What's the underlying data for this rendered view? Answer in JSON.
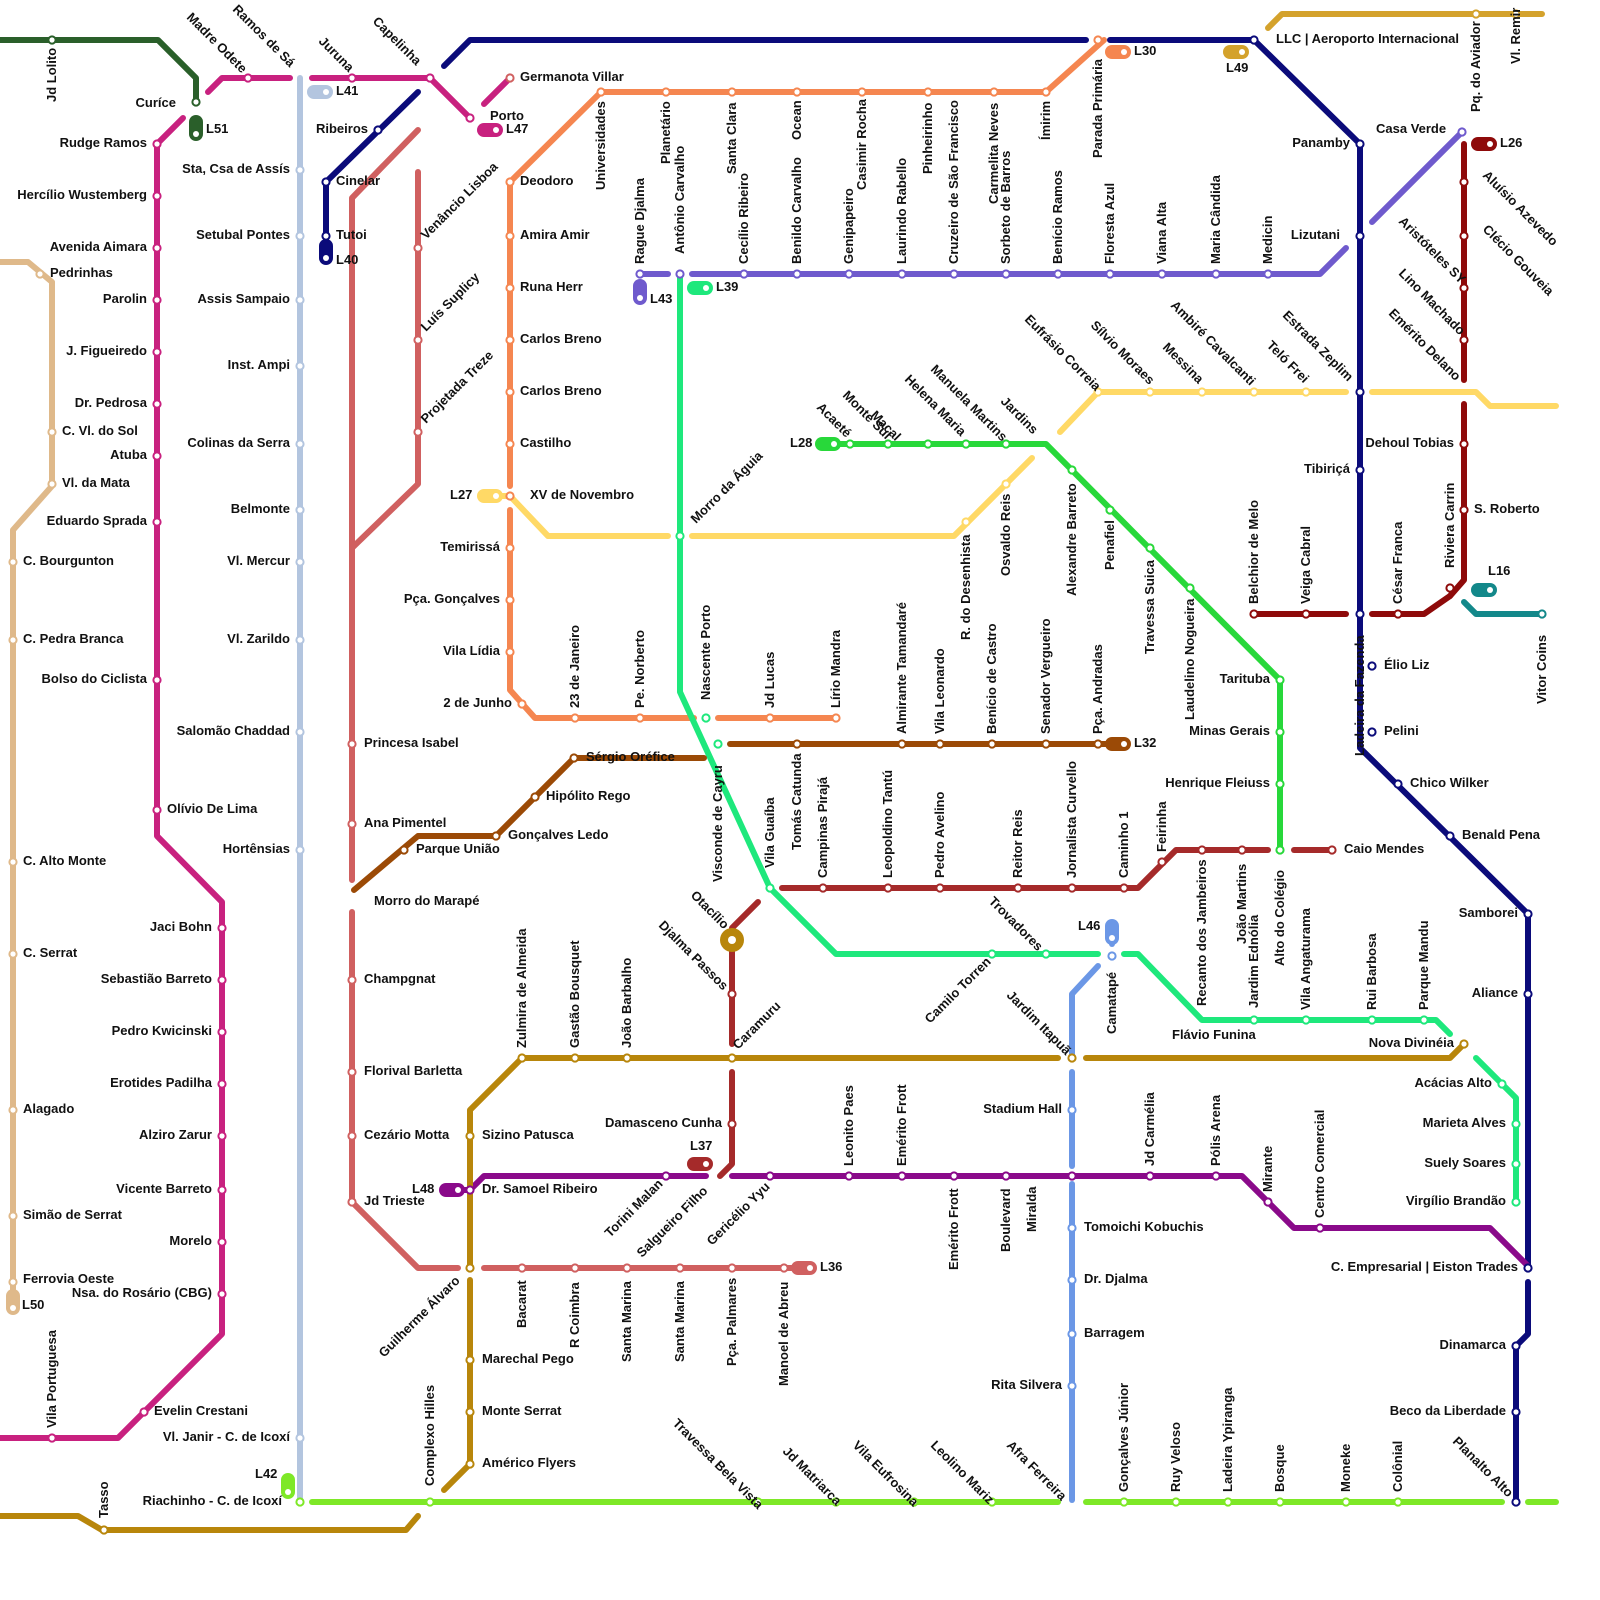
{
  "lines": [
    {
      "id": "L51",
      "color": "#2a5f2a"
    },
    {
      "id": "L50",
      "color": "#dfb98a"
    },
    {
      "id": "magenta",
      "color": "#c8217f"
    },
    {
      "id": "L41",
      "color": "#b3c5df"
    },
    {
      "id": "L47",
      "color": "#c8217f"
    },
    {
      "id": "L40",
      "color": "#0b0b7a"
    },
    {
      "id": "L30",
      "color": "#f58650"
    },
    {
      "id": "L49",
      "color": "#d4a22c"
    },
    {
      "id": "LLC",
      "color": "#0b0b7a"
    },
    {
      "id": "L43",
      "color": "#6f5acd"
    },
    {
      "id": "L39",
      "color": "#1ee87c"
    },
    {
      "id": "L26",
      "color": "#8e0a0a"
    },
    {
      "id": "L28",
      "color": "#28d83a"
    },
    {
      "id": "L27",
      "color": "#ffd966"
    },
    {
      "id": "L16",
      "color": "#13888a"
    },
    {
      "id": "L32",
      "color": "#9b4a06"
    },
    {
      "id": "L37",
      "color": "#a52a2a"
    },
    {
      "id": "L46",
      "color": "#6b97e6"
    },
    {
      "id": "L48",
      "color": "#8a0a8a"
    },
    {
      "id": "L36",
      "color": "#d06060"
    },
    {
      "id": "L42",
      "color": "#7ee827"
    },
    {
      "id": "gold",
      "color": "#b8860b"
    }
  ],
  "badges": [
    {
      "label": "L51",
      "color": "#2a5f2a"
    },
    {
      "label": "L50",
      "color": "#dfb98a"
    },
    {
      "label": "L41",
      "color": "#b3c5df"
    },
    {
      "label": "L47",
      "color": "#c8217f"
    },
    {
      "label": "L40",
      "color": "#0b0b7a"
    },
    {
      "label": "L30",
      "color": "#f58650"
    },
    {
      "label": "L49",
      "color": "#d4a22c"
    },
    {
      "label": "L43",
      "color": "#6f5acd"
    },
    {
      "label": "L39",
      "color": "#1ee87c"
    },
    {
      "label": "L26",
      "color": "#8e0a0a"
    },
    {
      "label": "L28",
      "color": "#28d83a"
    },
    {
      "label": "L27",
      "color": "#ffd966"
    },
    {
      "label": "L16",
      "color": "#13888a"
    },
    {
      "label": "L32",
      "color": "#9b4a06"
    },
    {
      "label": "L37",
      "color": "#a52a2a"
    },
    {
      "label": "L46",
      "color": "#6b97e6"
    },
    {
      "label": "L48",
      "color": "#8a0a8a"
    },
    {
      "label": "L36",
      "color": "#d06060"
    },
    {
      "label": "L42",
      "color": "#7ee827"
    }
  ],
  "labels": {
    "s1": "Jd Lolito",
    "s2": "Madre Odete",
    "s3": "Ramos de Sá",
    "s4": "Juruna",
    "s5": "Capelinha",
    "s6": "Curíce",
    "s7": "Rudge Ramos",
    "s8": "Hercílio Wustemberg",
    "s9": "Avenida Aimara",
    "s10": "Pedrinhas",
    "s11": "Parolin",
    "s12": "J. Figueiredo",
    "s13": "Dr. Pedrosa",
    "s14": "C. Vl. do Sol",
    "s15": "Atuba",
    "s16": "Vl. da Mata",
    "s17": "Eduardo Sprada",
    "s18": "C. Bourgunton",
    "s19": "C. Pedra Branca",
    "s20": "Bolso do Ciclista",
    "s21": "Olívio De Lima",
    "s22": "C. Alto Monte",
    "s23": "Jaci Bohn",
    "s24": "C. Serrat",
    "s25": "Sebastião Barreto",
    "s26": "Pedro Kwicinski",
    "s27": "Erotides Padilha",
    "s28": "Alagado",
    "s29": "Alziro Zarur",
    "s30": "Vicente Barreto",
    "s31": "Simão de Serrat",
    "s32": "Morelo",
    "s33": "Ferrovia Oeste",
    "s34": "Nsa. do Rosário (CBG)",
    "s35": "Vila Portuguesa",
    "s36": "Evelin Crestani",
    "s37": "Tasso",
    "s38": "Sta, Csa de Assís",
    "s39": "Setubal Pontes",
    "s40": "Assis Sampaio",
    "s41": "Inst. Ampi",
    "s42": "Colinas da Serra",
    "s43": "Belmonte",
    "s44": "Vl. Mercur",
    "s45": "Vl. Zarildo",
    "s46": "Salomão Chaddad",
    "s47": "Hortênsias",
    "s48": "Vl. Janir - C. de Icoxí",
    "s49": "Riachinho - C. de Icoxí",
    "s50": "Ribeiros",
    "s51": "Cinelar",
    "s52": "Tutoi",
    "s53": "Germanota Villar",
    "s54": "Porto",
    "s55": "Venâncio Lisboa",
    "s56": "Luís Suplicy",
    "s57": "Projetada Treze",
    "s58": "Deodoro",
    "s59": "Amira Amir",
    "s60": "Runa Herr",
    "s61": "Carlos Breno",
    "s62": "Carlos Breno",
    "s63": "Castilho",
    "s64": "XV de Novembro",
    "s65": "Temirissá",
    "s66": "Pça. Gonçalves",
    "s67": "Vila Lídia",
    "s68": "2 de Junho",
    "s69": "Universidades",
    "s70": "Planetário",
    "s71": "Santa Clara",
    "s72": "Ocean",
    "s73": "Casimir Rocha",
    "s74": "Pinheirinho",
    "s75": "Carmelita Neves",
    "s76": "Ímirim",
    "s77": "Parada Primária",
    "s78": "Rague Djalma",
    "s79": "Antônio Carvalho",
    "s80": "Cecílio Ribeiro",
    "s81": "Benildo Carvalho",
    "s82": "Genipapeiro",
    "s83": "Laurindo Rabello",
    "s84": "Cruzeiro de São Francisco",
    "s85": "Sorbeto de Barros",
    "s86": "Benício Ramos",
    "s87": "Floresta Azul",
    "s88": "Viana Alta",
    "s89": "Maria Cândida",
    "s90": "Medicin",
    "s91": "Lizutani",
    "s92": "LLC | Aeroporto Internacional",
    "s93": "Pq. do Aviador",
    "s94": "Vl. Remir",
    "s95": "Panamby",
    "s96": "Casa Verde",
    "s97": "Aluísio Azevedo",
    "s98": "Aristóteles SY",
    "s99": "Clécio Gouveia",
    "s100": "Lino Machado",
    "s101": "Emérito Delano",
    "s102": "Eufrásio Correia",
    "s103": "Sílvio Moraes",
    "s104": "Messina",
    "s105": "Ambiré Cavalcanti",
    "s106": "Teló Frei",
    "s107": "Estrada Zeplim",
    "s108": "Monte Sul",
    "s109": "Acaeté",
    "s110": "Macal",
    "s111": "Helena Maria",
    "s112": "Manuela Martins",
    "s113": "Jardins",
    "s114": "Morro da Águia",
    "s115": "Dehoul Tobias",
    "s116": "Tibiriçá",
    "s117": "S. Roberto",
    "s118": "Osvaldo Reis",
    "s119": "R. do Desenhista",
    "s120": "Alexandre Barreto",
    "s121": "Penafiel",
    "s122": "Travessa Suica",
    "s123": "Laudelino Nogueira",
    "s124": "Belchior de Melo",
    "s125": "Veiga Cabral",
    "s126": "César Franca",
    "s127": "Riviera Carrin",
    "s128": "Vitor Coins",
    "s129": "23 de Janeiro",
    "s130": "Pe. Norberto",
    "s131": "Nascente Porto",
    "s132": "Jd Lucas",
    "s133": "Lírio Mandra",
    "s134": "Almirante Tamandaré",
    "s135": "Vila Leonardo",
    "s136": "Benício de Castro",
    "s137": "Senador Vergueiro",
    "s138": "Pça. Andradas",
    "s139": "Tarituba",
    "s140": "Ladeira da Fazenda",
    "s141": "Élio Liz",
    "s142": "Pelini",
    "s143": "Minas Gerais",
    "s144": "Henrique Fleiuss",
    "s145": "Chico Wilker",
    "s146": "Benald Pena",
    "s147": "Princesa Isabel",
    "s148": "Sérgio Oréfice",
    "s149": "Hipólito Rego",
    "s150": "Ana Pimentel",
    "s151": "Gonçalves Ledo",
    "s152": "Parque União",
    "s153": "Morro do Marapé",
    "s154": "Visconde de Cayru",
    "s155": "Vila Guaíba",
    "s156": "Tomás Catunda",
    "s157": "Campinas Pirajá",
    "s158": "Leopoldino Tantú",
    "s159": "Pedro Avelino",
    "s160": "Reitor Reis",
    "s161": "Jornalista Curvello",
    "s162": "Caminho 1",
    "s163": "Feirinha",
    "s164": "Recanto dos Jambeiros",
    "s165": "João Martins",
    "s166": "Jardim Ednólia",
    "s167": "Alto do Colégio",
    "s168": "Caio Mendes",
    "s169": "Samborei",
    "s170": "Otacílio",
    "s171": "Djalma Passos",
    "s172": "Trovadores",
    "s173": "Camilo Torren",
    "s174": "Jardim Itapuã",
    "s175": "Camatapé",
    "s176": "Vila Angaturama",
    "s177": "Rui Barbosa",
    "s178": "Parque Mandu",
    "s179": "Aliance",
    "s180": "Champgnat",
    "s181": "Zulmira de Almeida",
    "s182": "Gastão Bousquet",
    "s183": "João Barbalho",
    "s184": "Caramuru",
    "s185": "Flávio Funina",
    "s186": "Nova Divinéia",
    "s187": "Acácias Alto",
    "s188": "Florival Barletta",
    "s189": "Leonito Paes",
    "s190": "Emérito Frott",
    "s191": "Stadium Hall",
    "s192": "Jd Carmélia",
    "s193": "Pólis Arena",
    "s194": "Marieta Alves",
    "s195": "Suely Soares",
    "s196": "Cezário Motta",
    "s197": "Sizino Patusca",
    "s198": "Damasceno Cunha",
    "s199": "Mirante",
    "s200": "Centro Comercial",
    "s201": "Virgílio Brandão",
    "s202": "Dr. Samoel Ribeiro",
    "s203": "Jd Trieste",
    "s204": "Torini Malan",
    "s205": "Salgueiro Filho",
    "s206": "Gericélio Yyu",
    "s207": "Emérito Frott",
    "s208": "Boulevard",
    "s209": "Miralda",
    "s210": "Tomoichi Kobuchis",
    "s211": "C. Empresarial | Eiston Trades",
    "s212": "Guilherme Álvaro",
    "s213": "Bacarat",
    "s214": "R Coimbra",
    "s215": "Santa Marina",
    "s216": "Santa Marina",
    "s217": "Pça. Palmares",
    "s218": "Manoel de Abreu",
    "s219": "Dr. Djalma",
    "s220": "Barragem",
    "s221": "Dinamarca",
    "s222": "Marechal Pego",
    "s223": "Monte Serrat",
    "s224": "Rita Silvera",
    "s225": "Beco da Liberdade",
    "s226": "Complexo Hilles",
    "s227": "Américo Flyers",
    "s228": "Travessa Bela Vista",
    "s229": "Jd Matriarca",
    "s230": "Vila Eufrosina",
    "s231": "Leolino Mariz",
    "s232": "Afra Ferreira",
    "s233": "Gonçalves Júnior",
    "s234": "Ruy Veloso",
    "s235": "Ladeira Ypiranga",
    "s236": "Bosque",
    "s237": "Moneke",
    "s238": "Colônial",
    "s239": "Planalto Alto"
  }
}
